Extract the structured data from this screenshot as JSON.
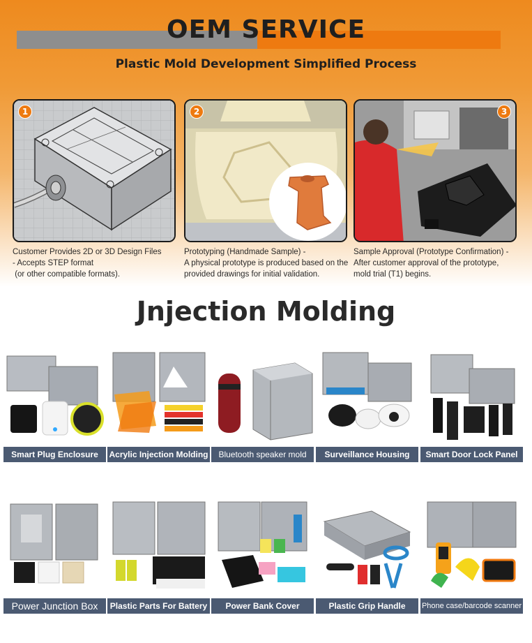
{
  "oem": {
    "title": "OEM SERVICE",
    "subtitle": "Plastic Mold Development Simplified Process",
    "steps": [
      {
        "badge": "1",
        "lines": [
          "Customer Provides 2D or 3D Design Files",
          "- Accepts STEP format",
          " (or other compatible formats)."
        ]
      },
      {
        "badge": "2",
        "lines": [
          "Prototyping (Handmade Sample) -",
          "A physical prototype is produced based on the",
          "provided drawings for initial validation."
        ]
      },
      {
        "badge": "3",
        "lines": [
          "Sample Approval (Prototype Confirmation) -",
          "After customer approval of the prototype,",
          "mold trial (T1) begins."
        ]
      }
    ]
  },
  "injection": {
    "title": "Jnjection Molding",
    "row1": [
      {
        "label": "Smart Plug Enclosure"
      },
      {
        "label": "Acrylic Injection Molding"
      },
      {
        "label": "Bluetooth speaker mold"
      },
      {
        "label": "Surveillance Housing"
      },
      {
        "label": "Smart Door Lock Panel"
      }
    ],
    "row2": [
      {
        "label": "Power Junction Box"
      },
      {
        "label": "Plastic Parts For Battery"
      },
      {
        "label": "Power Bank Cover"
      },
      {
        "label": "Plastic Grip Handle"
      },
      {
        "label": "Phone case/barcode scanner"
      }
    ]
  },
  "colors": {
    "accent": "#ee7a10",
    "label_bg": "#4b5a72",
    "bar_gray": "#8e8e8e"
  }
}
